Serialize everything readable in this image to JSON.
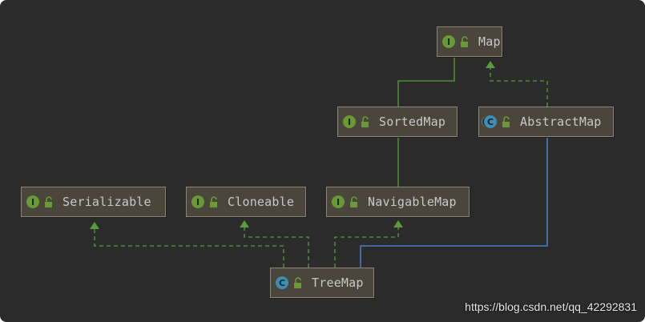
{
  "diagram": {
    "colors": {
      "background": "#2b2b2b",
      "node_fill": "#4b463c",
      "node_border": "#8a8577",
      "interface_icon": "#6a9a35",
      "class_icon": "#3f8db0",
      "extends_edge": "#589c3e",
      "implements_edge": "#589c3e",
      "class_extends_edge": "#4a8fe0"
    },
    "nodes": {
      "map": {
        "label": "Map",
        "kind": "interface",
        "kind_letter": "I"
      },
      "sorted_map": {
        "label": "SortedMap",
        "kind": "interface",
        "kind_letter": "I"
      },
      "abstract_map": {
        "label": "AbstractMap",
        "kind": "abstract class",
        "kind_letter": "C"
      },
      "serializable": {
        "label": "Serializable",
        "kind": "interface",
        "kind_letter": "I"
      },
      "cloneable": {
        "label": "Cloneable",
        "kind": "interface",
        "kind_letter": "I"
      },
      "navigable_map": {
        "label": "NavigableMap",
        "kind": "interface",
        "kind_letter": "I"
      },
      "tree_map": {
        "label": "TreeMap",
        "kind": "class",
        "kind_letter": "C"
      }
    },
    "edges": [
      {
        "from": "SortedMap",
        "to": "Map",
        "relation": "extends"
      },
      {
        "from": "AbstractMap",
        "to": "Map",
        "relation": "implements"
      },
      {
        "from": "NavigableMap",
        "to": "SortedMap",
        "relation": "extends"
      },
      {
        "from": "TreeMap",
        "to": "AbstractMap",
        "relation": "extends"
      },
      {
        "from": "TreeMap",
        "to": "Serializable",
        "relation": "implements"
      },
      {
        "from": "TreeMap",
        "to": "Cloneable",
        "relation": "implements"
      },
      {
        "from": "TreeMap",
        "to": "NavigableMap",
        "relation": "implements"
      }
    ]
  },
  "watermark": "https://blog.csdn.net/qq_42292831"
}
